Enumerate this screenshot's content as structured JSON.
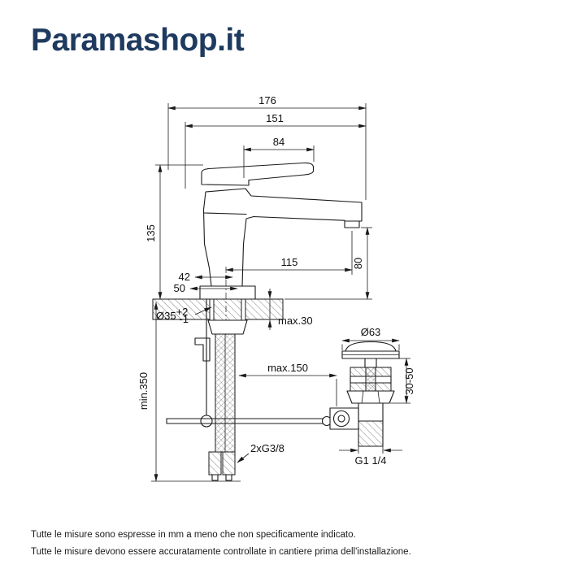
{
  "logo": {
    "text": "Paramashop.it",
    "color": "#1e3a5f"
  },
  "drawing": {
    "name": "basin-mixer-technical-drawing",
    "line_color": "#1a1a1a",
    "dims": {
      "total_depth": "176",
      "spout_depth": "151",
      "handle_length": "84",
      "height": "135",
      "body_width_upper": "42",
      "body_width_base": "50",
      "spout_reach": "115",
      "spout_height": "80",
      "hole_diameter": "Ø35",
      "hole_tol_plus": "+2",
      "hole_tol_minus": "-1",
      "deck_thickness": "max.30",
      "hose_length": "min.350",
      "rod_distance": "max.150",
      "drain_diameter": "Ø63",
      "drain_clamp_range": "30-50",
      "hose_thread": "2xG3/8",
      "drain_thread": "G1 1/4"
    }
  },
  "footer": {
    "line1": "Tutte le misure sono espresse in mm a meno che non specificamente indicato.",
    "line2": "Tutte le misure devono essere accuratamente controllate in cantiere prima dell'installazione."
  }
}
